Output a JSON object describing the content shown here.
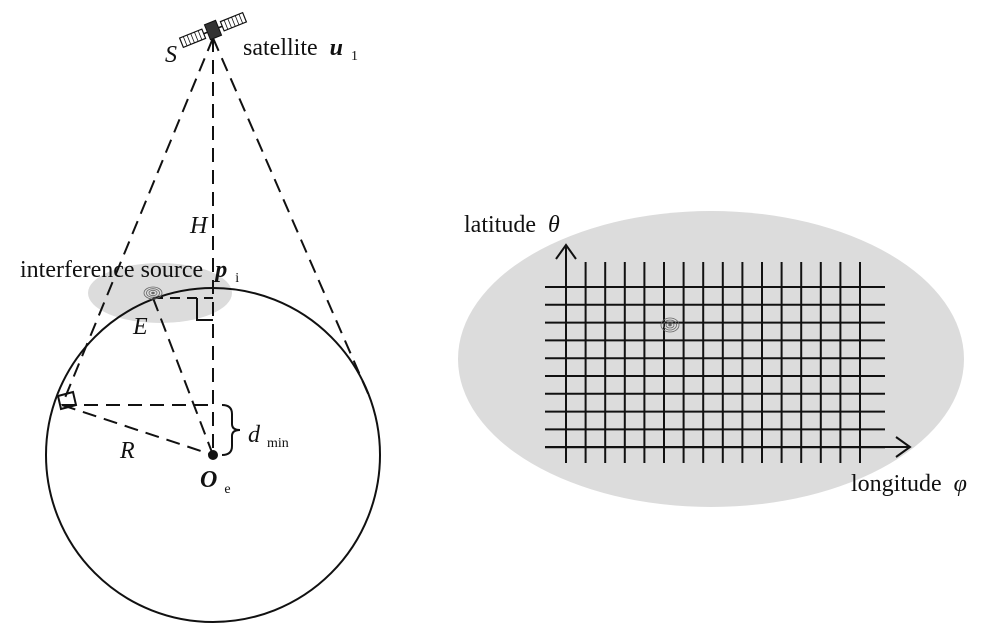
{
  "left_diagram": {
    "labels": {
      "S": "S",
      "satellite_text": "satellite",
      "satellite_symbol": "u",
      "satellite_subscript": "1",
      "H": "H",
      "interference_text": "interference source",
      "interference_symbol": "p",
      "interference_subscript": "i",
      "E": "E",
      "R": "R",
      "d_symbol": "d",
      "d_subscript": "min",
      "O_symbol": "O",
      "O_subscript": "e"
    }
  },
  "right_diagram": {
    "labels": {
      "latitude_text": "latitude",
      "latitude_symbol": "θ",
      "longitude_text": "longitude",
      "longitude_symbol": "φ"
    },
    "grid": {
      "vertical_lines": 16,
      "horizontal_lines": 10
    }
  },
  "colors": {
    "ink": "#111111",
    "coverage_fill": "#dcdcdc"
  },
  "icons": [
    "satellite-icon",
    "interference-source-icon",
    "arrow-up-icon",
    "arrow-right-icon"
  ]
}
